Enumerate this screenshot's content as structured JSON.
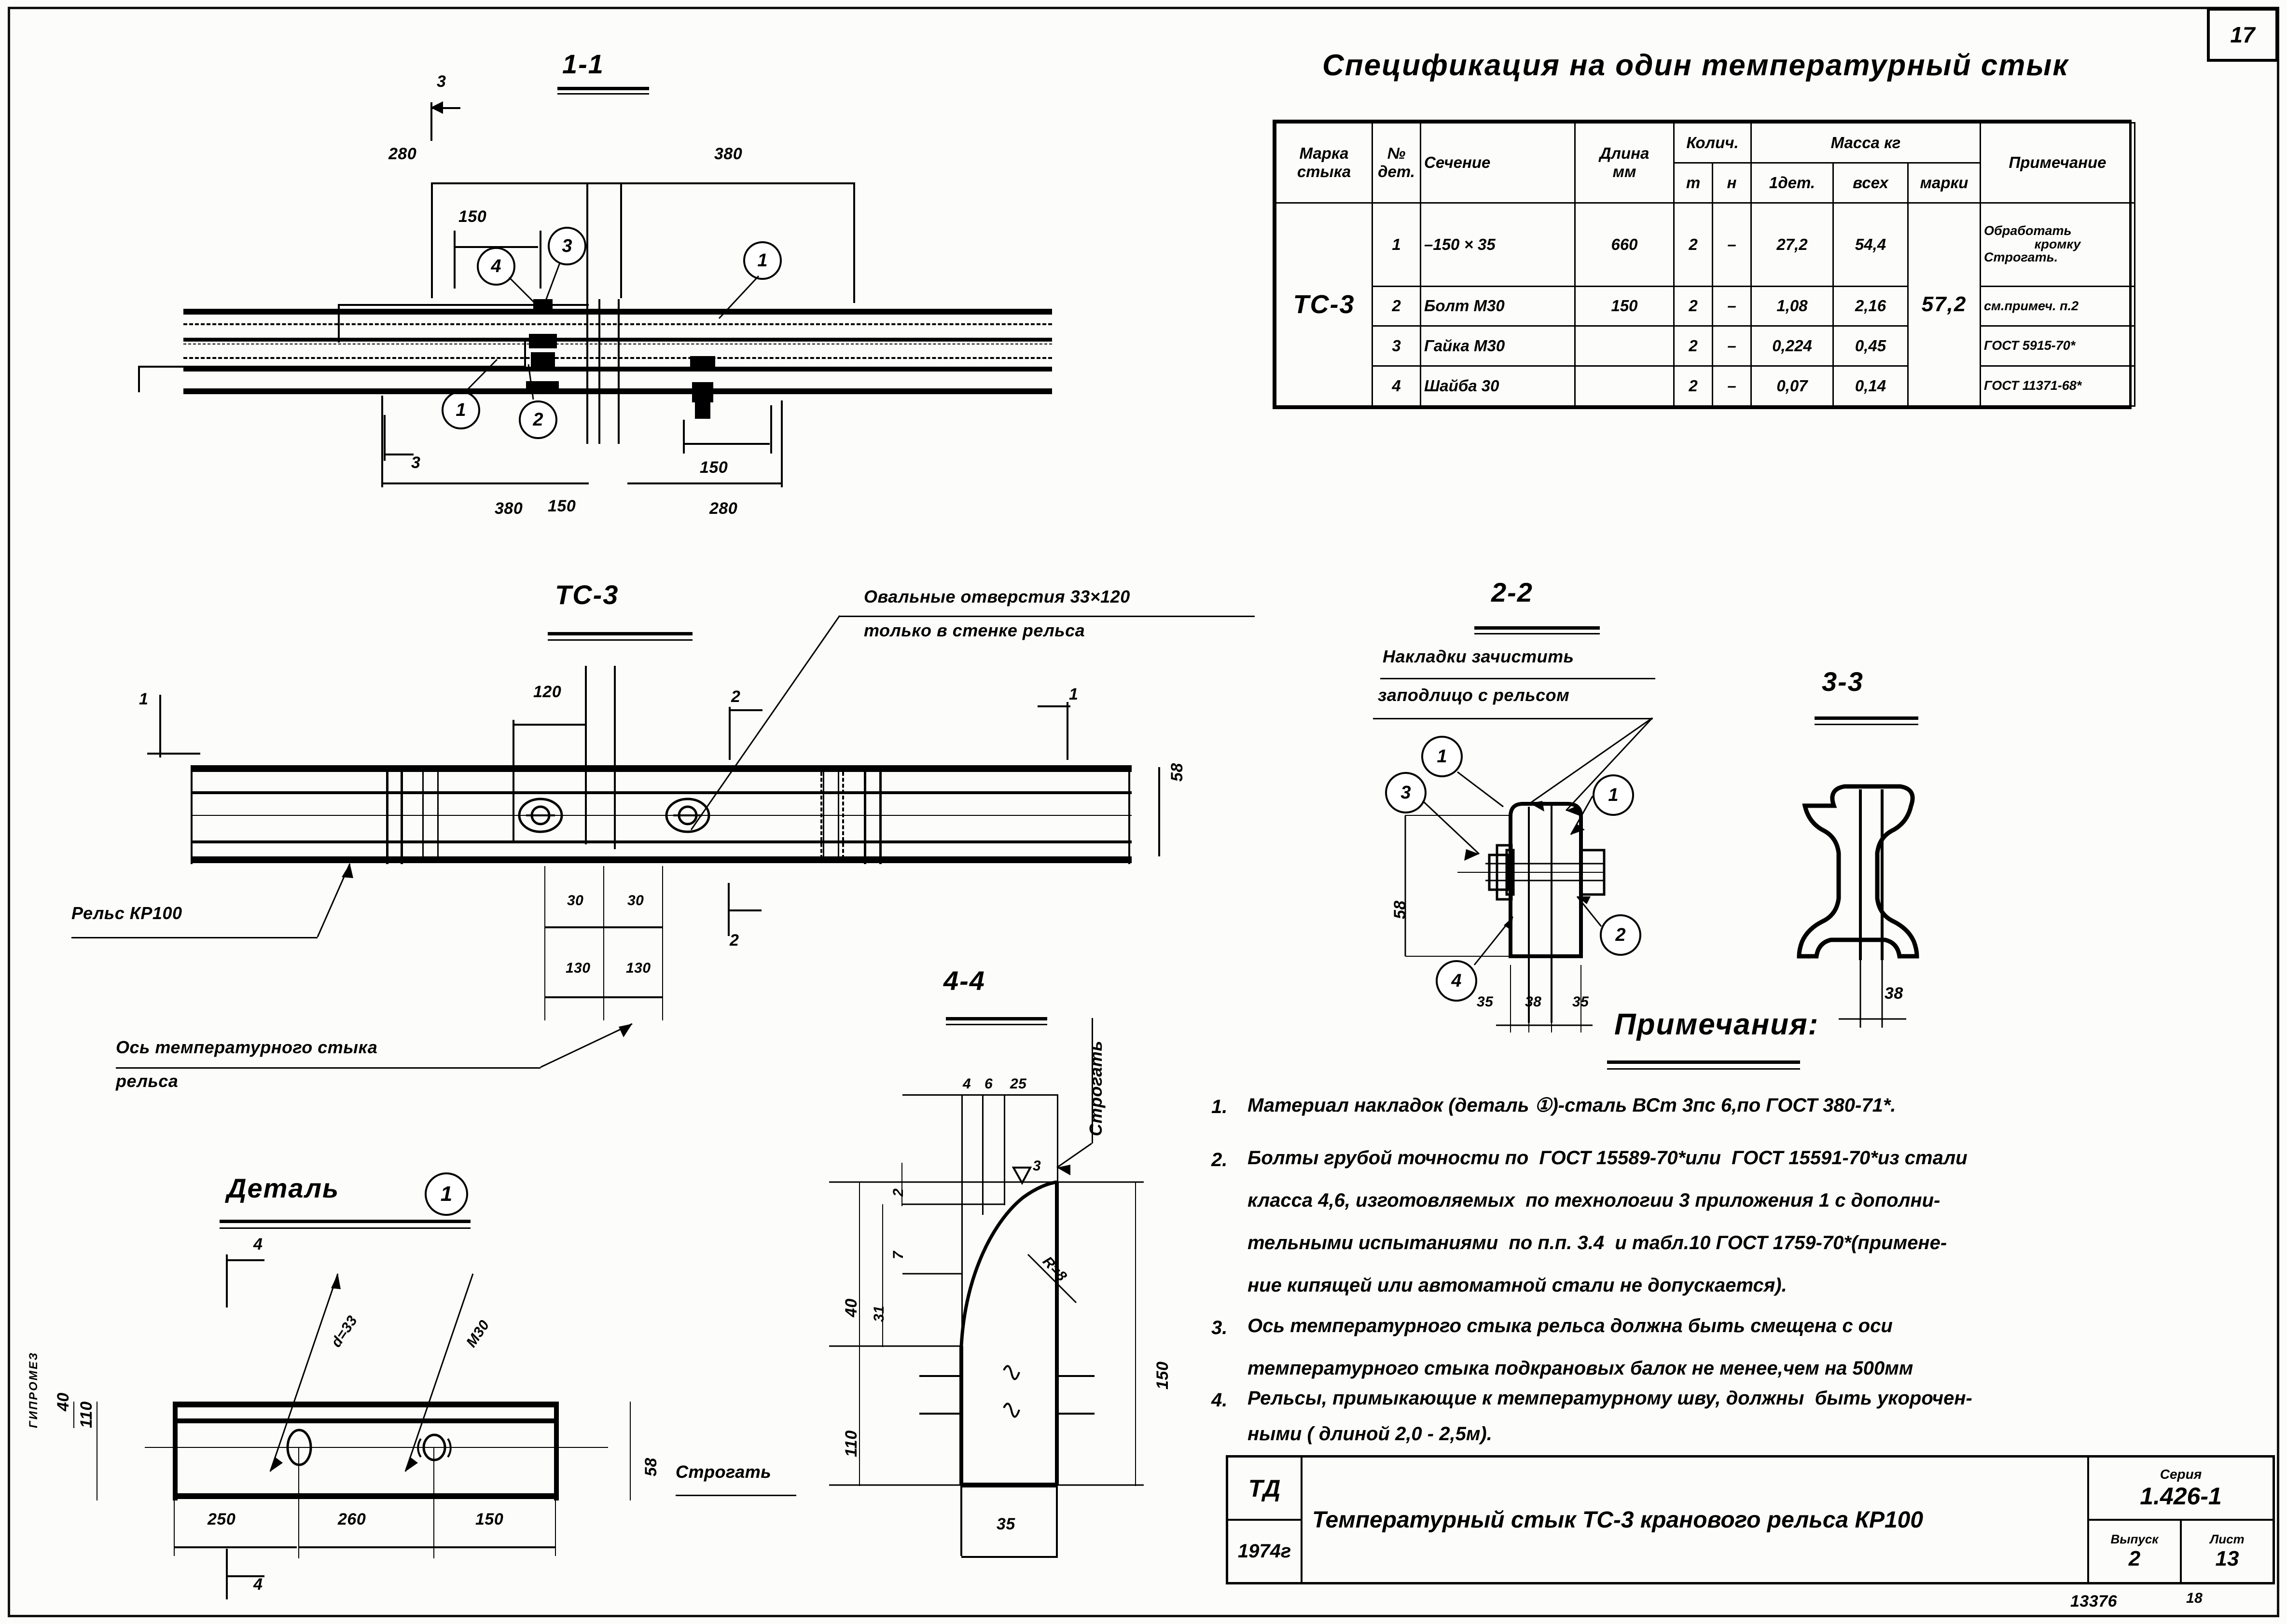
{
  "sheet": {
    "page_number": "17",
    "bottom_code": "13376",
    "bottom_code2": "18",
    "left_stamp": "ГИПРОМЕЗ"
  },
  "spec": {
    "title": "Спецификация на один температурный стык",
    "headers": {
      "marka1": "Марка",
      "marka2": "стыка",
      "num1": "№",
      "num2": "дет.",
      "section": "Сечение",
      "length1": "Длина",
      "length2": "мм",
      "qty": "Колич.",
      "qty_t": "т",
      "qty_n": "н",
      "mass": "Масса кг",
      "mass_one": "1дет.",
      "mass_all": "всех",
      "mass_mark": "марки",
      "note": "Примечание"
    },
    "mark": "ТС-3",
    "total_mass": "57,2",
    "rows": [
      {
        "num": "1",
        "section": "–150 × 35",
        "length": "660",
        "t": "2",
        "n": "–",
        "m1": "27,2",
        "mall": "54,4",
        "note": "Обработать",
        "note2": "кромку",
        "note3": "Строгать."
      },
      {
        "num": "2",
        "section": "Болт М30",
        "length": "150",
        "t": "2",
        "n": "–",
        "m1": "1,08",
        "mall": "2,16",
        "note": "см.примеч. п.2",
        "note2": "",
        "note3": ""
      },
      {
        "num": "3",
        "section": "Гайка М30",
        "length": "",
        "t": "2",
        "n": "–",
        "m1": "0,224",
        "mall": "0,45",
        "note": "ГОСТ 5915-70*",
        "note2": "",
        "note3": ""
      },
      {
        "num": "4",
        "section": "Шайба 30",
        "length": "",
        "t": "2",
        "n": "–",
        "m1": "0,07",
        "mall": "0,14",
        "note": "ГОСТ 11371-68*",
        "note2": "",
        "note3": ""
      }
    ]
  },
  "views": {
    "v1_1": {
      "title": "1-1",
      "section_mark_top": "3",
      "section_mark_bot": "3",
      "dims": {
        "d280a": "280",
        "d380a": "380",
        "d150a": "150",
        "d380b": "380",
        "d280b": "280",
        "d150b": "150"
      },
      "balloons": [
        "4",
        "3",
        "1",
        "1",
        "2"
      ]
    },
    "tc3": {
      "title": "ТС-3",
      "mark_left": "1",
      "mark_left_b": "1",
      "mark_right": "2",
      "mark_right_b": "2",
      "mark_far_right": "1",
      "note_oval1": "Овальные отверстия 33×120",
      "note_oval2": "только в стенке рельса",
      "label_rail": "Рельс КР100",
      "label_axis1": "Ось температурного стыка",
      "label_axis2": "рельса",
      "dims": {
        "d120": "120",
        "d58": "58",
        "d30a": "30",
        "d30b": "30",
        "d130a": "130",
        "d130b": "130"
      }
    },
    "v2_2": {
      "title": "2-2",
      "note1": "Накладки зачистить",
      "note2": "заподлицо с рельсом",
      "balloons": [
        "3",
        "1",
        "1",
        "2",
        "4"
      ],
      "dims": {
        "d58": "58",
        "d35a": "35",
        "d38": "38",
        "d35b": "35"
      }
    },
    "v3_3": {
      "title": "3-3",
      "dims": {
        "d38": "38"
      }
    },
    "v4_4": {
      "title": "4-4",
      "label_strogat_top": "Строгать",
      "label_strogat_bot": "Строгать",
      "dims": {
        "d4": "4",
        "d6": "6",
        "d25": "25",
        "d2": "2",
        "d7": "7",
        "d31": "31",
        "d40": "40",
        "d110": "110",
        "d150": "150",
        "d35": "35",
        "r8": "R=8",
        "rough": "3"
      }
    },
    "detail1": {
      "title": "Деталь",
      "balloon": "1",
      "mark_top": "4",
      "mark_bot": "4",
      "label_d33": "d=33",
      "label_m30": "М30",
      "label_strogat": "Строгать",
      "dims": {
        "d250": "250",
        "d260": "260",
        "d150": "150",
        "d58": "58",
        "d110": "110",
        "d40": "40"
      }
    }
  },
  "notes": {
    "title": "Примечания:",
    "items": [
      {
        "n": "1.",
        "lines": [
          "Материал накладок (деталь ①)-сталь ВСт 3пс 6,по ГОСТ 380-71*."
        ]
      },
      {
        "n": "2.",
        "lines": [
          "Болты грубой точности по  ГОСТ 15589-70*или  ГОСТ 15591-70*из стали",
          "класса 4,6, изготовляемых  по технологии 3 приложения 1 с дополни-",
          "тельными испытаниями  по п.п. 3.4  и табл.10 ГОСТ 1759-70*(примене-",
          "ние кипящей или автоматной стали не допускается)."
        ]
      },
      {
        "n": "3.",
        "lines": [
          "Ось температурного стыка рельса должна быть смещена с оси",
          "температурного стыка подкрановых балок не менее,чем на 500мм"
        ]
      },
      {
        "n": "4.",
        "lines": [
          "Рельсы, примыкающие к температурному шву, должны  быть укорочен-",
          "ными ( длиной 2,0 - 2,5м)."
        ]
      }
    ]
  },
  "title_block": {
    "org": "ТД",
    "year": "1974г",
    "drawing_title": "Температурный стык ТС-3 кранового рельса КР100",
    "series_label": "Серия",
    "series_value": "1.426-1",
    "issue_label": "Выпуск",
    "issue_value": "2",
    "sheet_label": "Лист",
    "sheet_value": "13"
  }
}
